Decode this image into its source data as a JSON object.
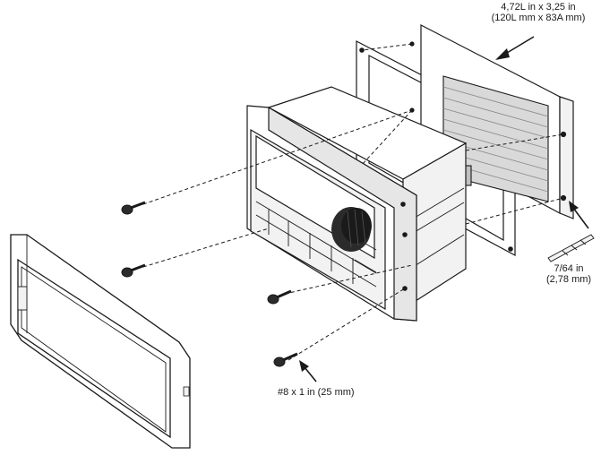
{
  "labels": {
    "cutout_in": "4,72L in x 3,25 in",
    "cutout_mm": "(120L mm x 83A mm)",
    "drill_in": "7/64 in",
    "drill_mm": "(2,78 mm)",
    "screw": "#8 x 1 in (25 mm)"
  },
  "colors": {
    "line": "#1a1a1a",
    "knob": "#2b2b2b",
    "shade": "#d9d9d9",
    "light": "#f2f2f2"
  }
}
